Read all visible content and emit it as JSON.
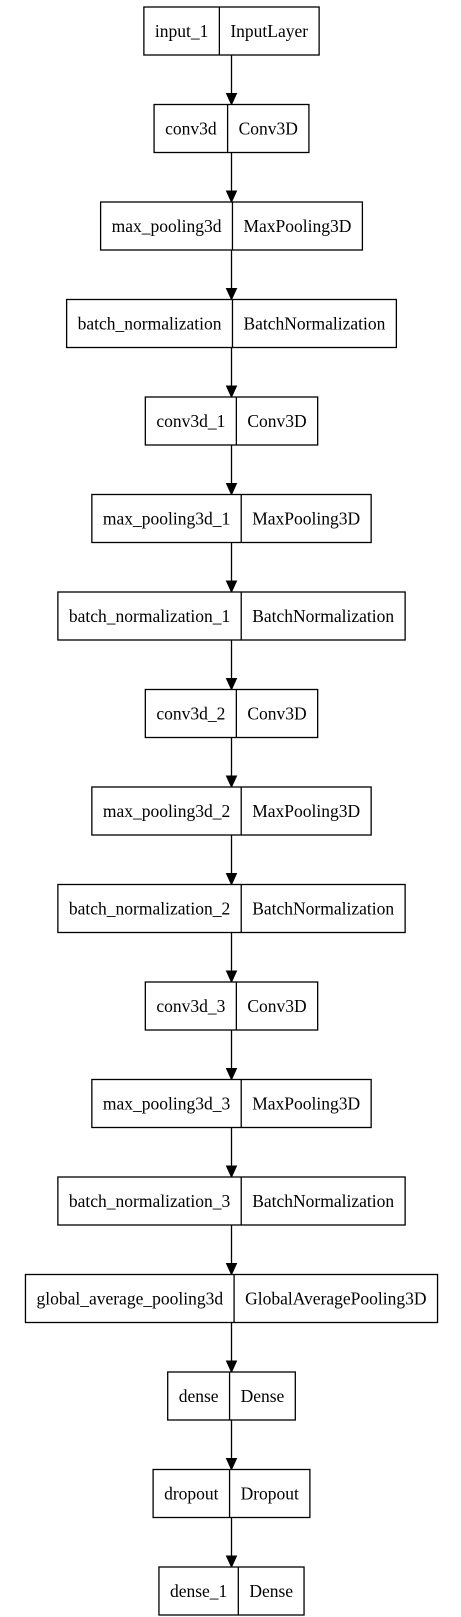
{
  "diagram": {
    "type": "model-graph",
    "layers": [
      {
        "name": "input_1",
        "class": "InputLayer"
      },
      {
        "name": "conv3d",
        "class": "Conv3D"
      },
      {
        "name": "max_pooling3d",
        "class": "MaxPooling3D"
      },
      {
        "name": "batch_normalization",
        "class": "BatchNormalization"
      },
      {
        "name": "conv3d_1",
        "class": "Conv3D"
      },
      {
        "name": "max_pooling3d_1",
        "class": "MaxPooling3D"
      },
      {
        "name": "batch_normalization_1",
        "class": "BatchNormalization"
      },
      {
        "name": "conv3d_2",
        "class": "Conv3D"
      },
      {
        "name": "max_pooling3d_2",
        "class": "MaxPooling3D"
      },
      {
        "name": "batch_normalization_2",
        "class": "BatchNormalization"
      },
      {
        "name": "conv3d_3",
        "class": "Conv3D"
      },
      {
        "name": "max_pooling3d_3",
        "class": "MaxPooling3D"
      },
      {
        "name": "batch_normalization_3",
        "class": "BatchNormalization"
      },
      {
        "name": "global_average_pooling3d",
        "class": "GlobalAveragePooling3D"
      },
      {
        "name": "dense",
        "class": "Dense"
      },
      {
        "name": "dropout",
        "class": "Dropout"
      },
      {
        "name": "dense_1",
        "class": "Dense"
      }
    ],
    "edges": [
      [
        "input_1",
        "conv3d"
      ],
      [
        "conv3d",
        "max_pooling3d"
      ],
      [
        "max_pooling3d",
        "batch_normalization"
      ],
      [
        "batch_normalization",
        "conv3d_1"
      ],
      [
        "conv3d_1",
        "max_pooling3d_1"
      ],
      [
        "max_pooling3d_1",
        "batch_normalization_1"
      ],
      [
        "batch_normalization_1",
        "conv3d_2"
      ],
      [
        "conv3d_2",
        "max_pooling3d_2"
      ],
      [
        "max_pooling3d_2",
        "batch_normalization_2"
      ],
      [
        "batch_normalization_2",
        "conv3d_3"
      ],
      [
        "conv3d_3",
        "max_pooling3d_3"
      ],
      [
        "max_pooling3d_3",
        "batch_normalization_3"
      ],
      [
        "batch_normalization_3",
        "global_average_pooling3d"
      ],
      [
        "global_average_pooling3d",
        "dense"
      ],
      [
        "dense",
        "dropout"
      ],
      [
        "dropout",
        "dense_1"
      ]
    ]
  }
}
